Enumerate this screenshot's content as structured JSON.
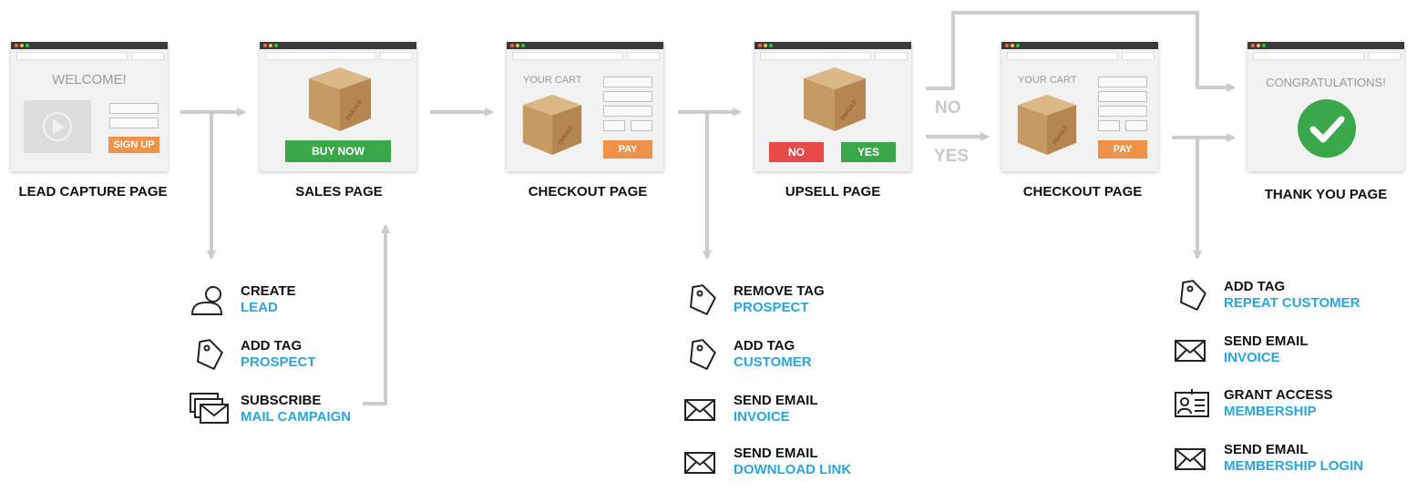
{
  "colors": {
    "arrow": "#cccccc",
    "accent_blue": "#29a6e0",
    "green": "#3aa84a",
    "red": "#e84a4a",
    "orange": "#f0924a"
  },
  "pages": {
    "lead_capture": {
      "label": "LEAD CAPTURE PAGE",
      "heading": "WELCOME!",
      "button": "SIGN UP"
    },
    "sales": {
      "label": "SALES PAGE",
      "button": "BUY NOW",
      "box_text": "FRAGILE"
    },
    "checkout1": {
      "label": "CHECKOUT PAGE",
      "heading": "YOUR CART",
      "button": "PAY",
      "box_text": "FRAGILE"
    },
    "upsell": {
      "label": "UPSELL PAGE",
      "no_button": "NO",
      "yes_button": "YES",
      "box_text": "FRAGILE"
    },
    "checkout2": {
      "label": "CHECKOUT PAGE",
      "heading": "YOUR CART",
      "button": "PAY",
      "box_text": "FRAGILE"
    },
    "thank_you": {
      "label": "THANK YOU PAGE",
      "heading": "CONGRATULATIONS!"
    }
  },
  "branches": {
    "no": "NO",
    "yes": "YES"
  },
  "actions": {
    "lead": [
      {
        "icon": "user-icon",
        "title": "CREATE",
        "detail": "LEAD"
      },
      {
        "icon": "tag-icon",
        "title": "ADD TAG",
        "detail": "PROSPECT"
      },
      {
        "icon": "mail-stack-icon",
        "title": "SUBSCRIBE",
        "detail": "MAIL CAMPAIGN"
      }
    ],
    "purchase": [
      {
        "icon": "tag-icon",
        "title": "REMOVE TAG",
        "detail": "PROSPECT"
      },
      {
        "icon": "tag-icon",
        "title": "ADD TAG",
        "detail": "CUSTOMER"
      },
      {
        "icon": "envelope-icon",
        "title": "SEND EMAIL",
        "detail": "INVOICE"
      },
      {
        "icon": "envelope-icon",
        "title": "SEND EMAIL",
        "detail": "DOWNLOAD LINK"
      }
    ],
    "upsell": [
      {
        "icon": "tag-icon",
        "title": "ADD TAG",
        "detail": "REPEAT CUSTOMER"
      },
      {
        "icon": "envelope-icon",
        "title": "SEND EMAIL",
        "detail": "INVOICE"
      },
      {
        "icon": "id-card-icon",
        "title": "GRANT ACCESS",
        "detail": "MEMBERSHIP"
      },
      {
        "icon": "envelope-icon",
        "title": "SEND EMAIL",
        "detail": "MEMBERSHIP LOGIN"
      }
    ]
  }
}
